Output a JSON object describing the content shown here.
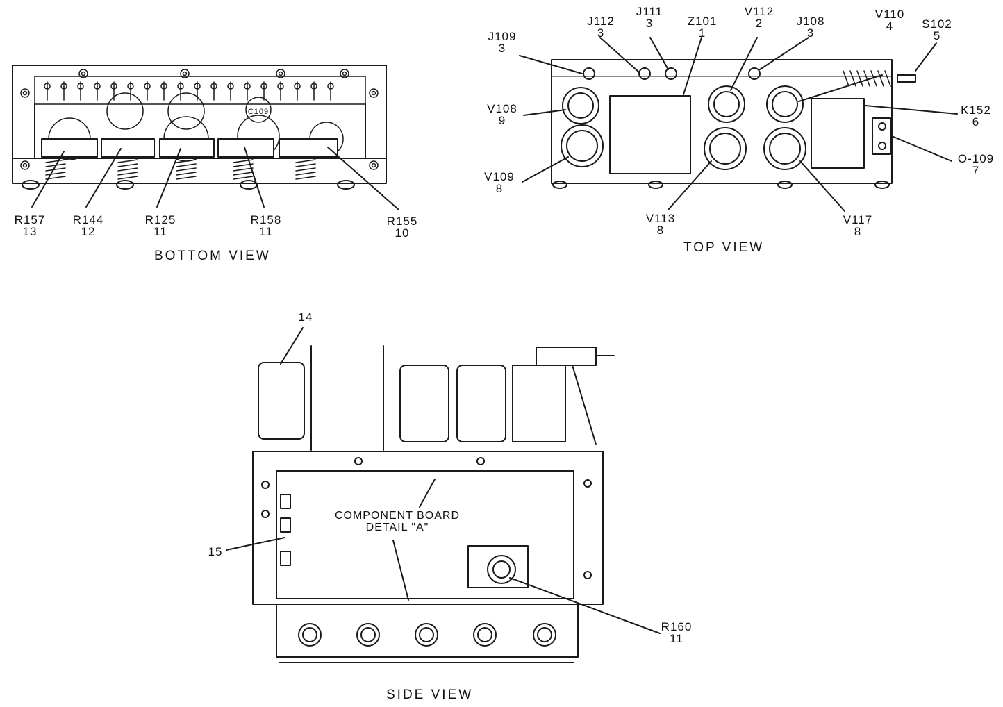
{
  "views": {
    "bottom": {
      "title": "BOTTOM VIEW",
      "callouts": [
        {
          "ref": "R157",
          "item": "13"
        },
        {
          "ref": "R144",
          "item": "12"
        },
        {
          "ref": "R125",
          "item": "11"
        },
        {
          "ref": "R158",
          "item": "11"
        },
        {
          "ref": "R155",
          "item": "10"
        }
      ],
      "part_marking": "C109"
    },
    "top": {
      "title": "TOP VIEW",
      "callouts": [
        {
          "ref": "J109",
          "item": "3"
        },
        {
          "ref": "J112",
          "item": "3"
        },
        {
          "ref": "J111",
          "item": "3"
        },
        {
          "ref": "Z101",
          "item": "1"
        },
        {
          "ref": "V112",
          "item": "2"
        },
        {
          "ref": "J108",
          "item": "3"
        },
        {
          "ref": "V110",
          "item": "4"
        },
        {
          "ref": "S102",
          "item": "5"
        },
        {
          "ref": "K152",
          "item": "6"
        },
        {
          "ref": "O-109",
          "item": "7"
        },
        {
          "ref": "V108",
          "item": "9"
        },
        {
          "ref": "V109",
          "item": "8"
        },
        {
          "ref": "V113",
          "item": "8"
        },
        {
          "ref": "V117",
          "item": "8"
        }
      ]
    },
    "side": {
      "title": "SIDE VIEW",
      "callouts": [
        {
          "ref": "",
          "item": "14"
        },
        {
          "ref": "",
          "item": "15"
        },
        {
          "ref": "R160",
          "item": "11"
        }
      ],
      "board_label": [
        "COMPONENT BOARD",
        "DETAIL \"A\""
      ]
    }
  }
}
